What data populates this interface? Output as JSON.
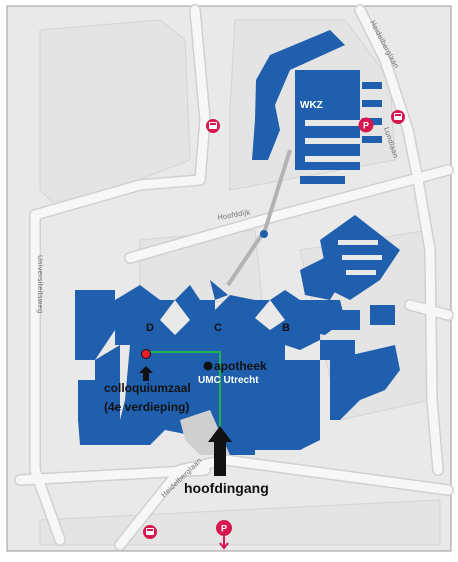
{
  "roads": {
    "heidelberglaan_north": "Heidelberglaan",
    "lundlaan": "Lundlaan",
    "hoofddijk": "Hoofddijk",
    "universiteitsweg": "Universiteitsweg",
    "heidelberglaan_south": "Heidelberglaan"
  },
  "buildings": {
    "wkz": "WKZ",
    "umc_line1": "UMC Utrecht",
    "wing_b": "B",
    "wing_c": "C",
    "wing_d": "D"
  },
  "points": {
    "apotheek": "apotheek",
    "colloquium_line1": "colloquiumzaal",
    "colloquium_line2": "(4e verdieping)",
    "hoofdingang": "hoofdingang"
  },
  "markers": {
    "parking": "P",
    "parking_south": "P"
  },
  "colors": {
    "building": "#1f5fae",
    "road": "#f2f2f2",
    "area": "#e6e6e6",
    "route": "#1fb24a",
    "marker": "#d6184e",
    "destination": "#e8202a"
  }
}
